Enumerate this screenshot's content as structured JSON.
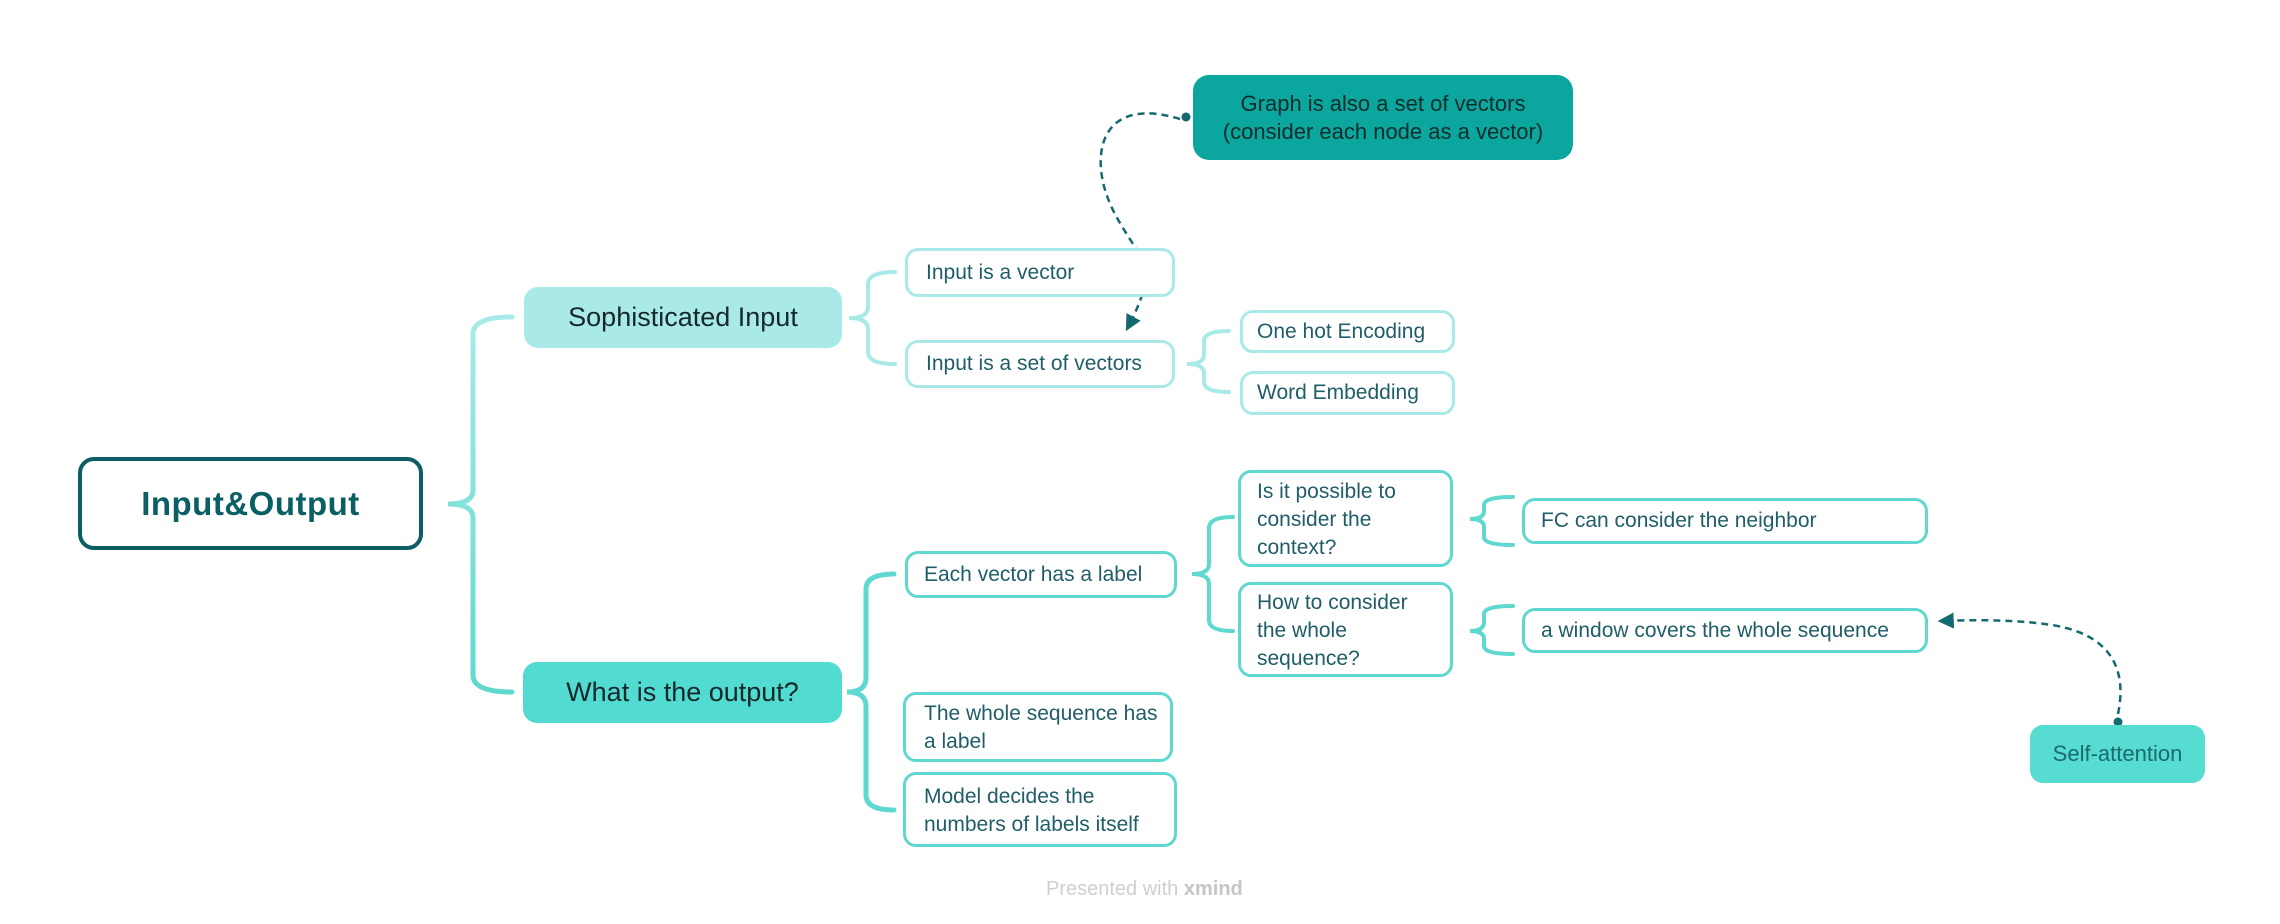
{
  "map": {
    "root": {
      "label": "Input&Output"
    },
    "branch_sophisticated_input": {
      "label": "Sophisticated Input",
      "children": {
        "input_is_a_vector": {
          "label": "Input is a vector"
        },
        "input_is_a_set_of_vectors": {
          "label": "Input is a set of vectors",
          "children": {
            "one_hot_encoding": {
              "label": "One hot Encoding"
            },
            "word_embedding": {
              "label": "Word Embedding"
            }
          }
        }
      }
    },
    "branch_what_is_the_output": {
      "label": "What is the output?",
      "children": {
        "each_vector_has_a_label": {
          "label": "Each vector has a label",
          "children": {
            "consider_context": {
              "label": "Is it possible to consider the context?",
              "children": {
                "fc_neighbor": {
                  "label": "FC can consider the neighbor"
                }
              }
            },
            "consider_whole_sequence": {
              "label": "How to consider the whole sequence?",
              "children": {
                "window_covers": {
                  "label": "a window covers the whole sequence"
                }
              }
            }
          }
        },
        "whole_sequence_has_label": {
          "label": "The whole sequence has a label"
        },
        "model_decides": {
          "label": "Model decides the numbers of labels itself"
        }
      }
    },
    "floating_topics": {
      "graph_note": {
        "label": "Graph is also a set of vectors\n(consider each node as a vector)"
      },
      "self_attention": {
        "label": "Self-attention"
      }
    },
    "relationships": [
      {
        "from": "graph_note",
        "to": "input_is_a_set_of_vectors",
        "style": "dashed"
      },
      {
        "from": "self_attention",
        "to": "window_covers",
        "style": "dashed"
      }
    ]
  },
  "footer": {
    "prefix": "Presented with",
    "brand": "xmind"
  },
  "colors": {
    "background": "#FFFFFF",
    "root_border": "#0C5E63",
    "root_text": "#0A5F63",
    "branch_light": "#A9EAE9",
    "branch_strong": "#5FD8D0",
    "main_topic_light_fill": "#A9EAE9",
    "main_topic_strong_fill": "#52DBD1",
    "floating_note_fill": "#0BA79E",
    "self_attention_fill": "#57DCD2",
    "subtopic_text": "#1F5D68",
    "relationship_line": "#156A70",
    "footer_gray": "#CDCFD0"
  }
}
